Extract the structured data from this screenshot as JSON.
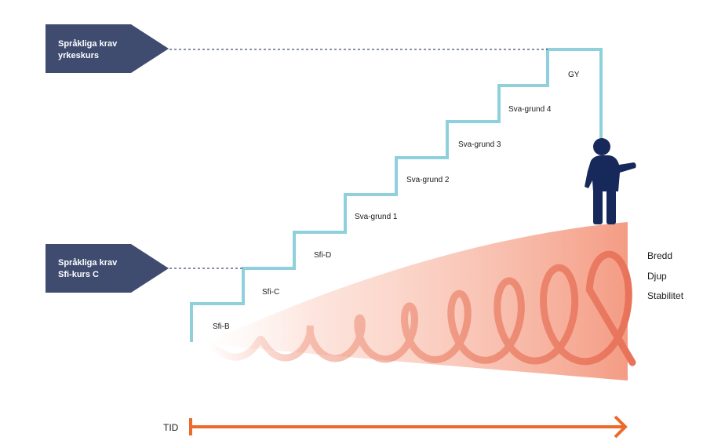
{
  "requirements": [
    {
      "line1": "Språkliga krav",
      "line2": "yrkeskurs"
    },
    {
      "line1": "Språkliga krav",
      "line2": "Sfi-kurs C"
    }
  ],
  "steps": [
    "Sfi-B",
    "Sfi-C",
    "Sfi-D",
    "Sva-grund 1",
    "Sva-grund 2",
    "Sva-grund 3",
    "Sva-grund 4",
    "GY"
  ],
  "dimensions": [
    "Bredd",
    "Djup",
    "Stabilitet"
  ],
  "time_axis": {
    "label": "TID"
  },
  "colors": {
    "stairs": "#8fd0dc",
    "tag": "#3f4c70",
    "person": "#17295a",
    "spiral": "#e8735a",
    "arrow": "#ec6a2c",
    "dotted": "#3f4c70"
  },
  "icons": {
    "person": "person-pointing-icon",
    "arrow": "arrow-right-icon"
  }
}
